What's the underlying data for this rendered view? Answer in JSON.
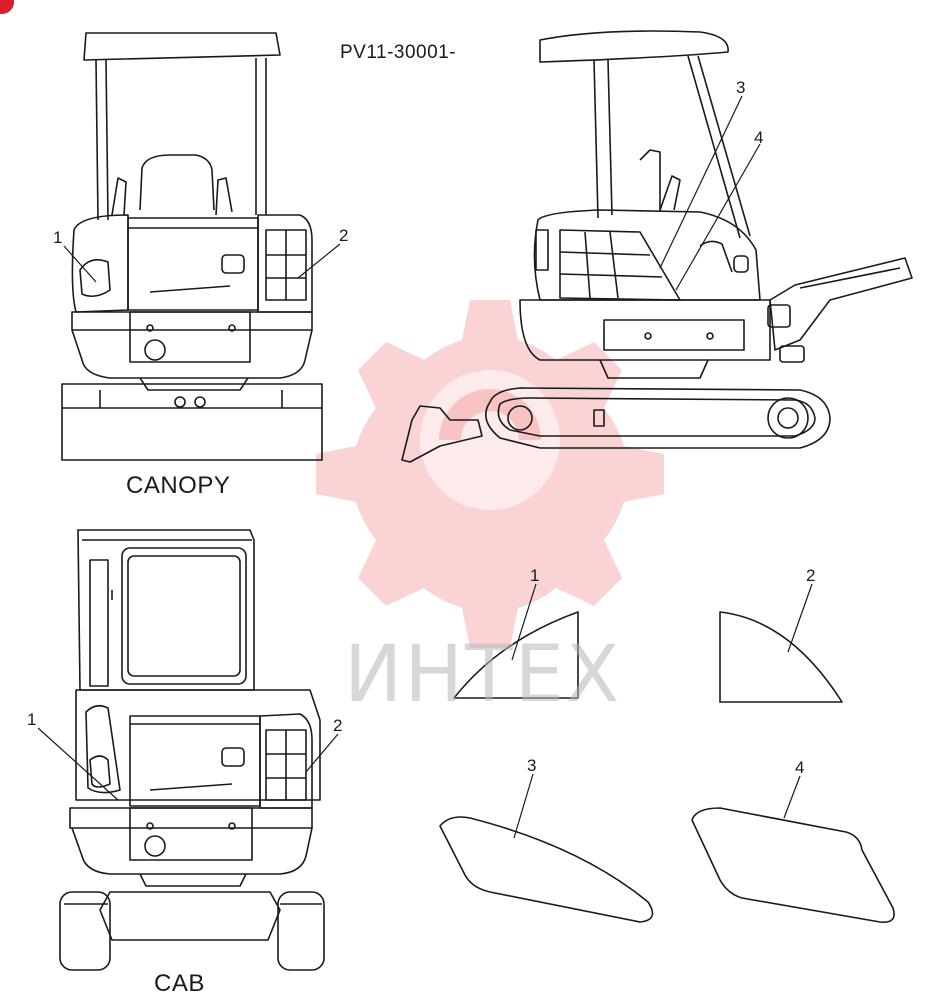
{
  "header": {
    "serial_code": "PV11-30001-"
  },
  "views": {
    "canopy_caption": "CANOPY",
    "cab_caption": "CAB"
  },
  "callouts": {
    "c1": "1",
    "c2": "2",
    "c3": "3",
    "c4": "4"
  },
  "watermark": {
    "text": "ИНТЕХ",
    "color": "#e83a3a"
  },
  "colors": {
    "line": "#1a1a1a",
    "badge": "#d81e2c"
  }
}
